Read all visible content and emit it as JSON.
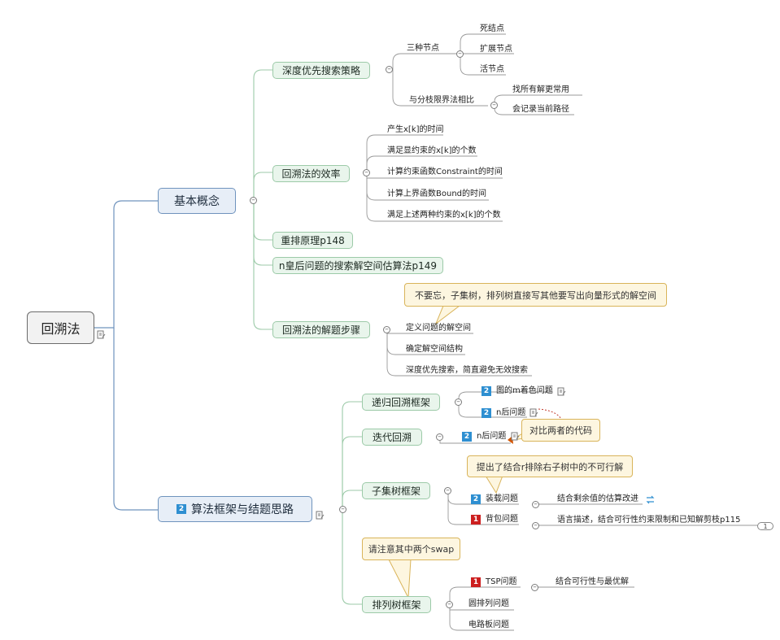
{
  "root": "回溯法",
  "branches": {
    "basic": {
      "label": "基本概念",
      "dfs": {
        "label": "深度优先搜索策略",
        "three_nodes": "三种节点",
        "dead": "死结点",
        "expand": "扩展节点",
        "live": "活节点",
        "compare": "与分枝限界法相比",
        "find_all": "找所有解更常用",
        "record_path": "会记录当前路径"
      },
      "efficiency": {
        "label": "回溯法的效率",
        "items": [
          "产生x[k]的时间",
          "满足显约束的x[k]的个数",
          "计算约束函数Constraint的时间",
          "计算上界函数Bound的时间",
          "满足上述两种约束的x[k]的个数"
        ]
      },
      "rearrange": "重排原理p148",
      "nqueen_est": "n皇后问题的搜索解空间估算法p149",
      "steps": {
        "label": "回溯法的解题步骤",
        "callout": "不要忘，子集树，排列树直接写其他要写出向量形式的解空间",
        "items": [
          "定义问题的解空间",
          "确定解空间结构",
          "深度优先搜索，简直避免无效搜索"
        ]
      }
    },
    "framework": {
      "label": "算法框架与结题思路",
      "badge": "2",
      "recursive": {
        "label": "递归回溯框架",
        "coloring": "图的m着色问题",
        "coloring_badge": "2",
        "nqueen": "n后问题",
        "nqueen_badge": "2"
      },
      "iterative": {
        "label": "迭代回溯",
        "nqueen": "n后问题",
        "nqueen_badge": "2",
        "callout": "对比两者的代码"
      },
      "subset": {
        "label": "子集树框架",
        "callout": "提出了结合r排除右子树中的不可行解",
        "loading": "装载问题",
        "loading_badge": "2",
        "loading_note": "结合剩余值的估算改进",
        "knapsack": "背包问题",
        "knapsack_badge": "1",
        "knapsack_note": "语言描述，结合可行性约束限制和已知解剪枝p115",
        "knapsack_count": "1"
      },
      "perm": {
        "label": "排列树框架",
        "callout": "请注意其中两个swap",
        "tsp": "TSP问题",
        "tsp_badge": "1",
        "tsp_note": "结合可行性与最优解",
        "circle": "圆排列问题",
        "board": "电路板问题"
      }
    }
  },
  "colors": {
    "main_line": "#6f93bd",
    "sub_line": "#9ccaa8",
    "leaf_line": "#9a9a9a",
    "callout_bg": "#fdf6e0",
    "callout_border": "#d9b45a",
    "badge_blue": "#2e8fd1",
    "badge_red": "#cc1f1f"
  }
}
